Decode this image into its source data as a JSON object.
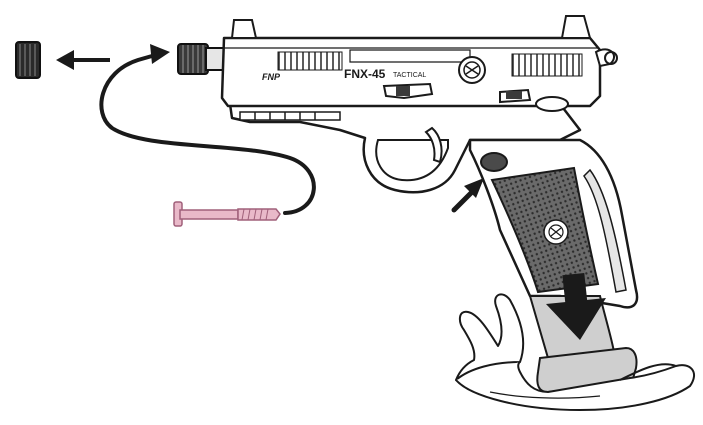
{
  "slide_text": {
    "model": "FNX-45",
    "tactical": "TACTICAL",
    "brand_mark": "FNP"
  },
  "steps": [
    {
      "name": "remove-thread-protector",
      "action": "unscrew thread protector from barrel"
    },
    {
      "name": "install-cleaning-rod",
      "action": "insert screw-in part into barrel thread"
    },
    {
      "name": "press-magazine-release",
      "action": "press magazine release button"
    },
    {
      "name": "drop-magazine",
      "action": "pull magazine out of grip"
    }
  ],
  "colors": {
    "line": "#1a1a1a",
    "screw": "#e9b9c9",
    "screw_outline": "#a0607a",
    "frame_fill": "#ffffff",
    "shadow_fill": "#e6e6e6",
    "grip_fill": "#5a5a5a",
    "mag_fill": "#cfcfcf",
    "hand_fill": "#ffffff"
  }
}
